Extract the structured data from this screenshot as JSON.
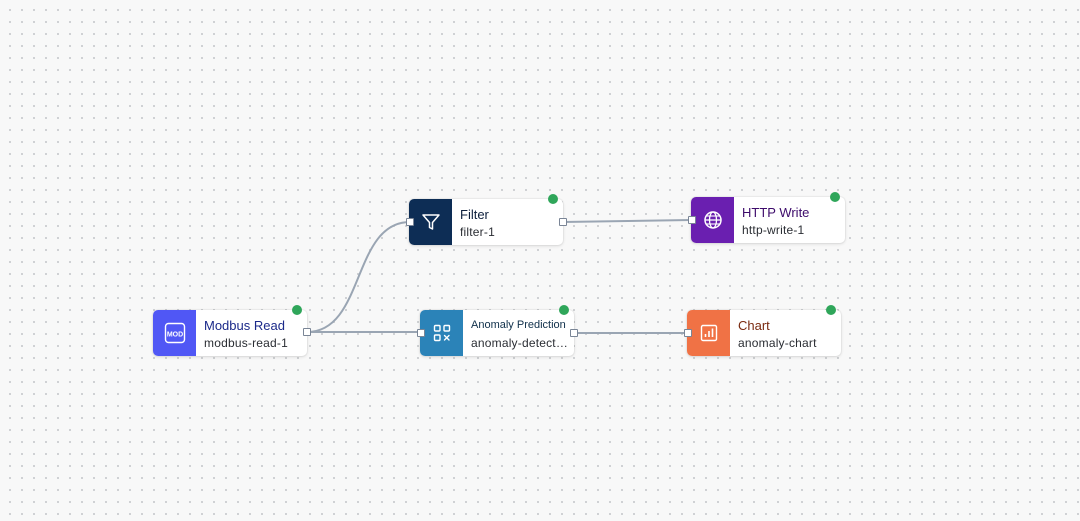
{
  "colors": {
    "edge": "#9aa5b3",
    "status_ok": "#2fa65a",
    "modbus_accent": "#5057f5",
    "filter_accent": "#0d2d55",
    "http_accent": "#6a1fb0",
    "anomaly_accent": "#2b83b8",
    "chart_accent": "#f07245"
  },
  "nodes": {
    "modbus": {
      "title": "Modbus Read",
      "subtitle": "modbus-read-1",
      "icon": "mod-chip-icon",
      "icon_text": "MOD",
      "title_color": "#1b2a8a",
      "status": "running"
    },
    "filter": {
      "title": "Filter",
      "subtitle": "filter-1",
      "icon": "funnel-icon",
      "title_color": "#0d1f3c",
      "status": "running"
    },
    "http_write": {
      "title": "HTTP Write",
      "subtitle": "http-write-1",
      "icon": "globe-icon",
      "title_color": "#3d0b6b",
      "status": "running"
    },
    "anomaly": {
      "title": "Anomaly Prediction",
      "subtitle": "anomaly-detect…",
      "icon": "grid-x-icon",
      "title_color": "#0f2f4a",
      "status": "running"
    },
    "chart": {
      "title": "Chart",
      "subtitle": "anomaly-chart",
      "icon": "bar-chart-icon",
      "title_color": "#7a2a10",
      "status": "running"
    }
  },
  "edges": [
    {
      "from": "modbus",
      "to": "filter"
    },
    {
      "from": "modbus",
      "to": "anomaly"
    },
    {
      "from": "filter",
      "to": "http_write"
    },
    {
      "from": "anomaly",
      "to": "chart"
    }
  ]
}
